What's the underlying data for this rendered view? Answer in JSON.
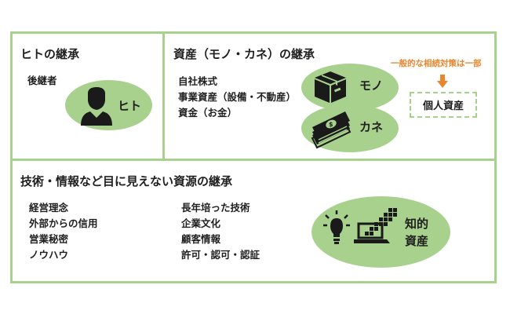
{
  "hito": {
    "title": "ヒトの継承",
    "successor_label": "後継者",
    "ellipse_label": "ヒト"
  },
  "shisan": {
    "title": "資産（モノ・カネ）の継承",
    "items": [
      "自社株式",
      "事業資産（設備・不動産）",
      "資金（お金）"
    ],
    "mono_label": "モノ",
    "kane_label": "カネ",
    "note": "一般的な相続対策は一部",
    "personal_assets": "個人資産"
  },
  "chiteki": {
    "title": "技術・情報など目に見えない資源の継承",
    "list_left": [
      "経営理念",
      "外部からの信用",
      "営業秘密",
      "ノウハウ"
    ],
    "list_right": [
      "長年培った技術",
      "企業文化",
      "顧客情報",
      "許可・認可・認証"
    ],
    "ellipse_label_line1": "知的",
    "ellipse_label_line2": "資産"
  },
  "colors": {
    "green": "#a9d18e",
    "orange": "#e8862e",
    "text": "#1f1f1f"
  }
}
